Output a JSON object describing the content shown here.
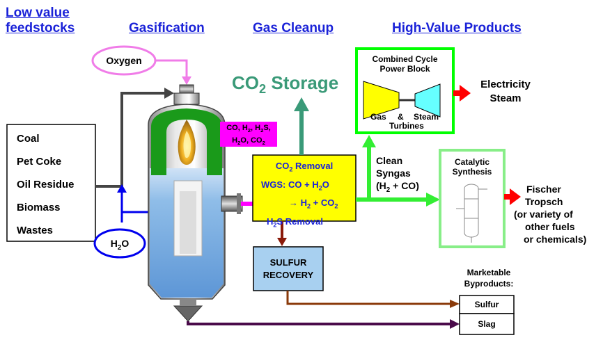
{
  "headers": {
    "low_value_line1": "Low value",
    "low_value_line2": "feedstocks",
    "gasification": "Gasification",
    "gas_cleanup": "Gas Cleanup",
    "high_value": "High-Value Products"
  },
  "oxygen": "Oxygen",
  "co2_storage": {
    "main": "CO",
    "sub": "2",
    "rest": " Storage"
  },
  "feedstocks": [
    "Coal",
    "Pet Coke",
    "Oil Residue",
    "Biomass",
    "Wastes"
  ],
  "water": {
    "main": "H",
    "sub": "2",
    "rest": "O"
  },
  "raw_gas": {
    "l1_a": "CO, H",
    "l1_b": "2",
    "l1_c": ", H",
    "l1_d": "2",
    "l1_e": "S,",
    "l2_a": "H",
    "l2_b": "2",
    "l2_c": "O, CO",
    "l2_d": "2"
  },
  "cleanup": {
    "co2_removal_a": "CO",
    "co2_removal_b": "2",
    "co2_removal_c": " Removal",
    "wgs_line1": "WGS: CO + H",
    "wgs_line1_sub": "2",
    "wgs_line1_end": "O",
    "wgs_line2_a": "→ H",
    "wgs_line2_b": "2",
    "wgs_line2_c": " + CO",
    "wgs_line2_d": "2",
    "h2s_a": "H",
    "h2s_b": "2",
    "h2s_c": "S Removal"
  },
  "sulfur_recovery_l1": "SULFUR",
  "sulfur_recovery_l2": "RECOVERY",
  "clean_syngas": {
    "l1": "Clean",
    "l2": "Syngas",
    "l3_a": "(H",
    "l3_b": "2",
    "l3_c": " + CO)"
  },
  "power_block": {
    "l1": "Combined Cycle",
    "l2": "Power Block",
    "gas": "Gas",
    "amp": "&",
    "steam": "Steam",
    "turbines": "Turbines"
  },
  "electricity": "Electricity",
  "steam": "Steam",
  "catalytic": {
    "l1": "Catalytic",
    "l2": "Synthesis"
  },
  "fischer": {
    "l1": "Fischer",
    "l2": "Tropsch",
    "l3": "(or variety of",
    "l4": "other fuels",
    "l5": "or chemicals)"
  },
  "byproducts": {
    "l1": "Marketable",
    "l2": "Byproducts:",
    "sulfur": "Sulfur",
    "slag": "Slag"
  },
  "colors": {
    "header_blue": "#1a22d8",
    "teal": "#3a9a78",
    "pink": "#f07ce8",
    "magenta": "#ff00ff",
    "green_line": "#33ee33",
    "bright_green": "#00ff00",
    "yellow": "#ffff00",
    "cyan": "#66ffff",
    "red": "#ff0000",
    "brown": "#8a3a0a",
    "purple": "#4a0a4a",
    "water_blue": "#8ab8e8"
  }
}
